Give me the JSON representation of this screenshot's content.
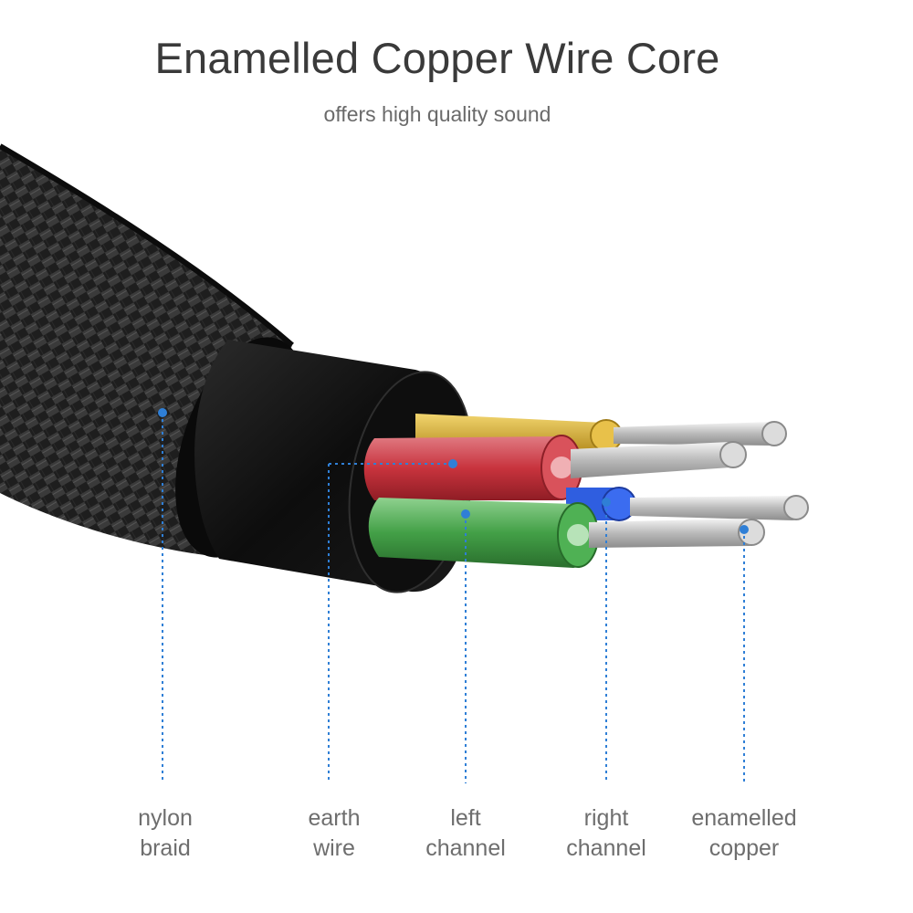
{
  "heading": {
    "title": "Enamelled Copper Wire Core",
    "subtitle": "offers high quality sound"
  },
  "callouts": [
    {
      "line1": "nylon",
      "line2": "braid"
    },
    {
      "line1": "earth",
      "line2": "wire"
    },
    {
      "line1": "left",
      "line2": "channel"
    },
    {
      "line1": "right",
      "line2": "channel"
    },
    {
      "line1": "enamelled",
      "line2": "copper"
    }
  ],
  "colors": {
    "braid": "#2a2a2a",
    "sheath": "#111111",
    "earth_wire": "#d9b23a",
    "left_channel": "#4caf50",
    "right_channel": "#2f5ee0",
    "red_core": "#d2404a",
    "copper_strands": "#c9c9c9",
    "leader_dot": "#2f7fd6"
  }
}
